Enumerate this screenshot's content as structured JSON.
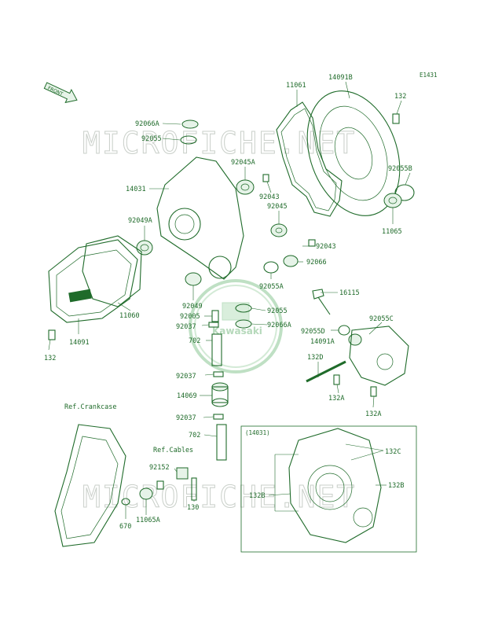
{
  "diagram": {
    "code": "E1431",
    "front_label": "FRONT",
    "watermark": "MICROFICHE.NET",
    "seal_text": "Kawasaki",
    "ref_crankcase": "Ref.Crankcase",
    "ref_cables": "Ref.Cables",
    "inset_label": "(14031)",
    "colors": {
      "line": "#1f6b2a",
      "fill": "#e6f3e8",
      "watermark": "#c9cfc9"
    }
  },
  "labels": {
    "p11061": "11061",
    "p14091b": "14091B",
    "p132_top": "132",
    "p92066a_top": "92066A",
    "p92055_top": "92055",
    "p92045a": "92045A",
    "p14031": "14031",
    "p92043_a": "92043",
    "p92045": "92045",
    "p92055b": "92055B",
    "p11065": "11065",
    "p92049a": "92049A",
    "p92043_b": "92043",
    "p92066": "92066",
    "p92055a": "92055A",
    "p16115": "16115",
    "p11060": "11060",
    "p92049": "92049",
    "p92005": "92005",
    "p92055_mid": "92055",
    "p92066a_mid": "92066A",
    "p92037_a": "92037",
    "p92055d": "92055D",
    "p92055c": "92055C",
    "p14091a": "14091A",
    "p702_a": "702",
    "p14091": "14091",
    "p132_left": "132",
    "p132d": "132D",
    "p92037_b": "92037",
    "p132a_a": "132A",
    "p14069": "14069",
    "p132a_b": "132A",
    "p92037_c": "92037",
    "p702_b": "702",
    "p92152": "92152",
    "p130": "130",
    "p670": "670",
    "p11065a": "11065A",
    "p132c": "132C",
    "p132b_right": "132B",
    "p132b_left": "132B"
  }
}
